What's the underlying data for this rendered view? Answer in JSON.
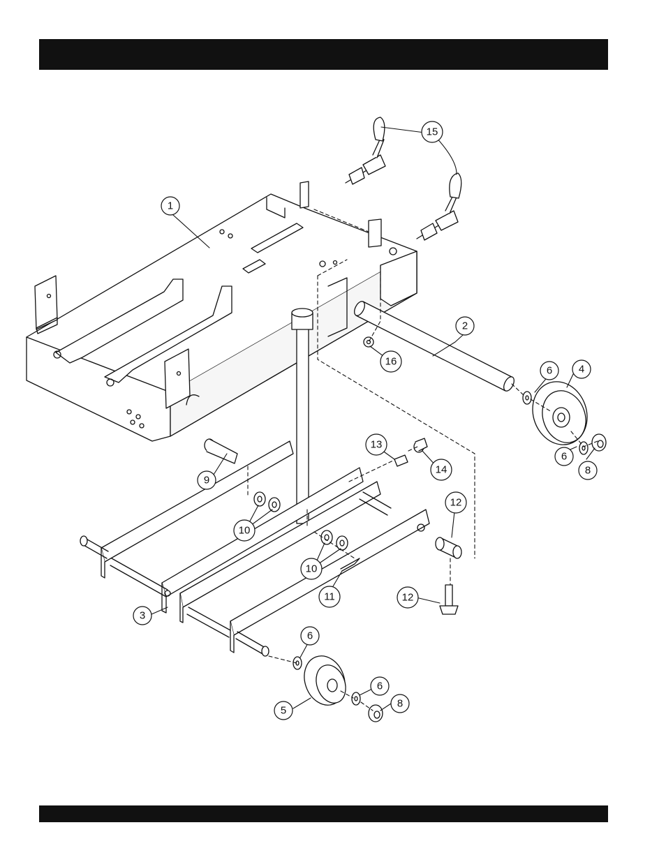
{
  "callouts": [
    {
      "id": "c1",
      "label": "1"
    },
    {
      "id": "c2",
      "label": "2"
    },
    {
      "id": "c3",
      "label": "3"
    },
    {
      "id": "c4",
      "label": "4"
    },
    {
      "id": "c5",
      "label": "5"
    },
    {
      "id": "c6a",
      "label": "6"
    },
    {
      "id": "c6b",
      "label": "6"
    },
    {
      "id": "c6c",
      "label": "6"
    },
    {
      "id": "c6d",
      "label": "6"
    },
    {
      "id": "c8a",
      "label": "8"
    },
    {
      "id": "c8b",
      "label": "8"
    },
    {
      "id": "c9",
      "label": "9"
    },
    {
      "id": "c10a",
      "label": "10"
    },
    {
      "id": "c10b",
      "label": "10"
    },
    {
      "id": "c11",
      "label": "11"
    },
    {
      "id": "c12a",
      "label": "12"
    },
    {
      "id": "c12b",
      "label": "12"
    },
    {
      "id": "c13",
      "label": "13"
    },
    {
      "id": "c14",
      "label": "14"
    },
    {
      "id": "c15",
      "label": "15"
    },
    {
      "id": "c16",
      "label": "16"
    }
  ],
  "colors": {
    "ink": "#111111",
    "paper": "#ffffff",
    "bars": "#111111"
  }
}
